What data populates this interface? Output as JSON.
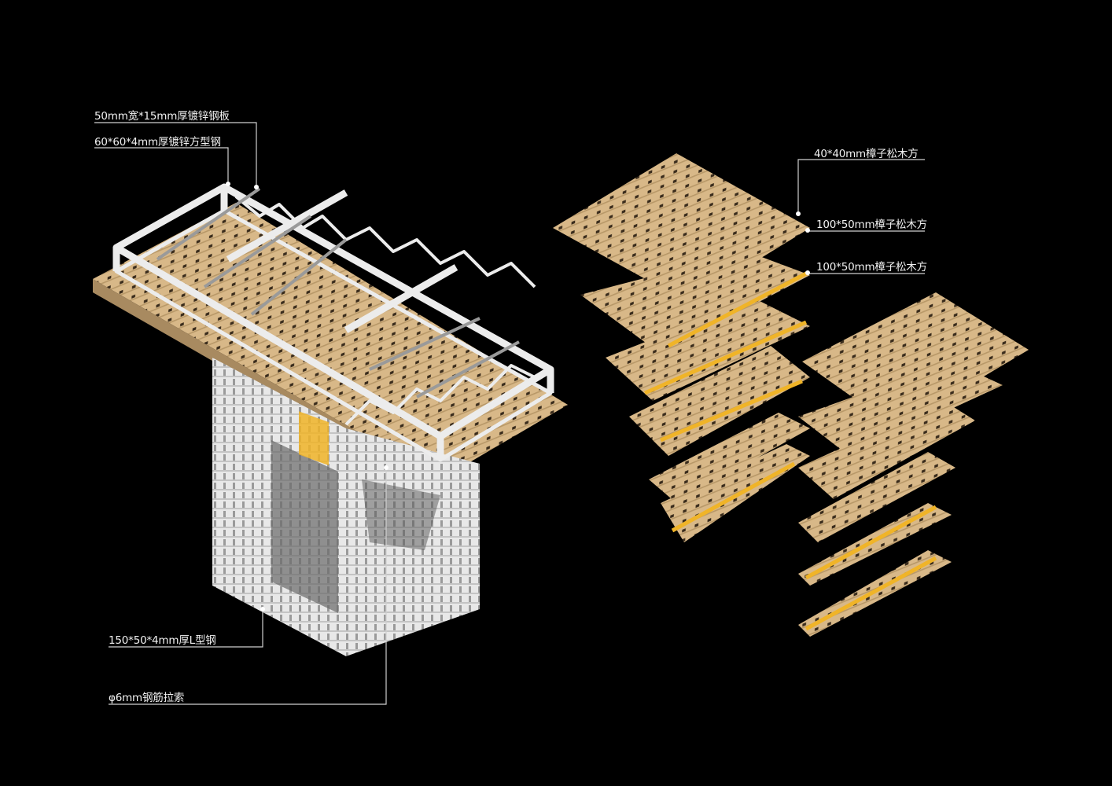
{
  "colors": {
    "background": "#000000",
    "wood": "#d8b888",
    "wood_dark": "#a88a60",
    "steel": "#e6e6e6",
    "accent_yellow": "#f0b428",
    "leader": "#cfcfcf"
  },
  "labels": {
    "steel_plate": "50mm宽*15mm厚镀锌钢板",
    "square_steel": "60*60*4mm厚镀锌方型钢",
    "l_steel": "150*50*4mm厚L型钢",
    "rebar_cable": "φ6mm钢筋拉索",
    "pine_40": "40*40mm樟子松木方",
    "pine_100_a": "100*50mm樟子松木方",
    "pine_100_b": "100*50mm樟子松木方"
  }
}
